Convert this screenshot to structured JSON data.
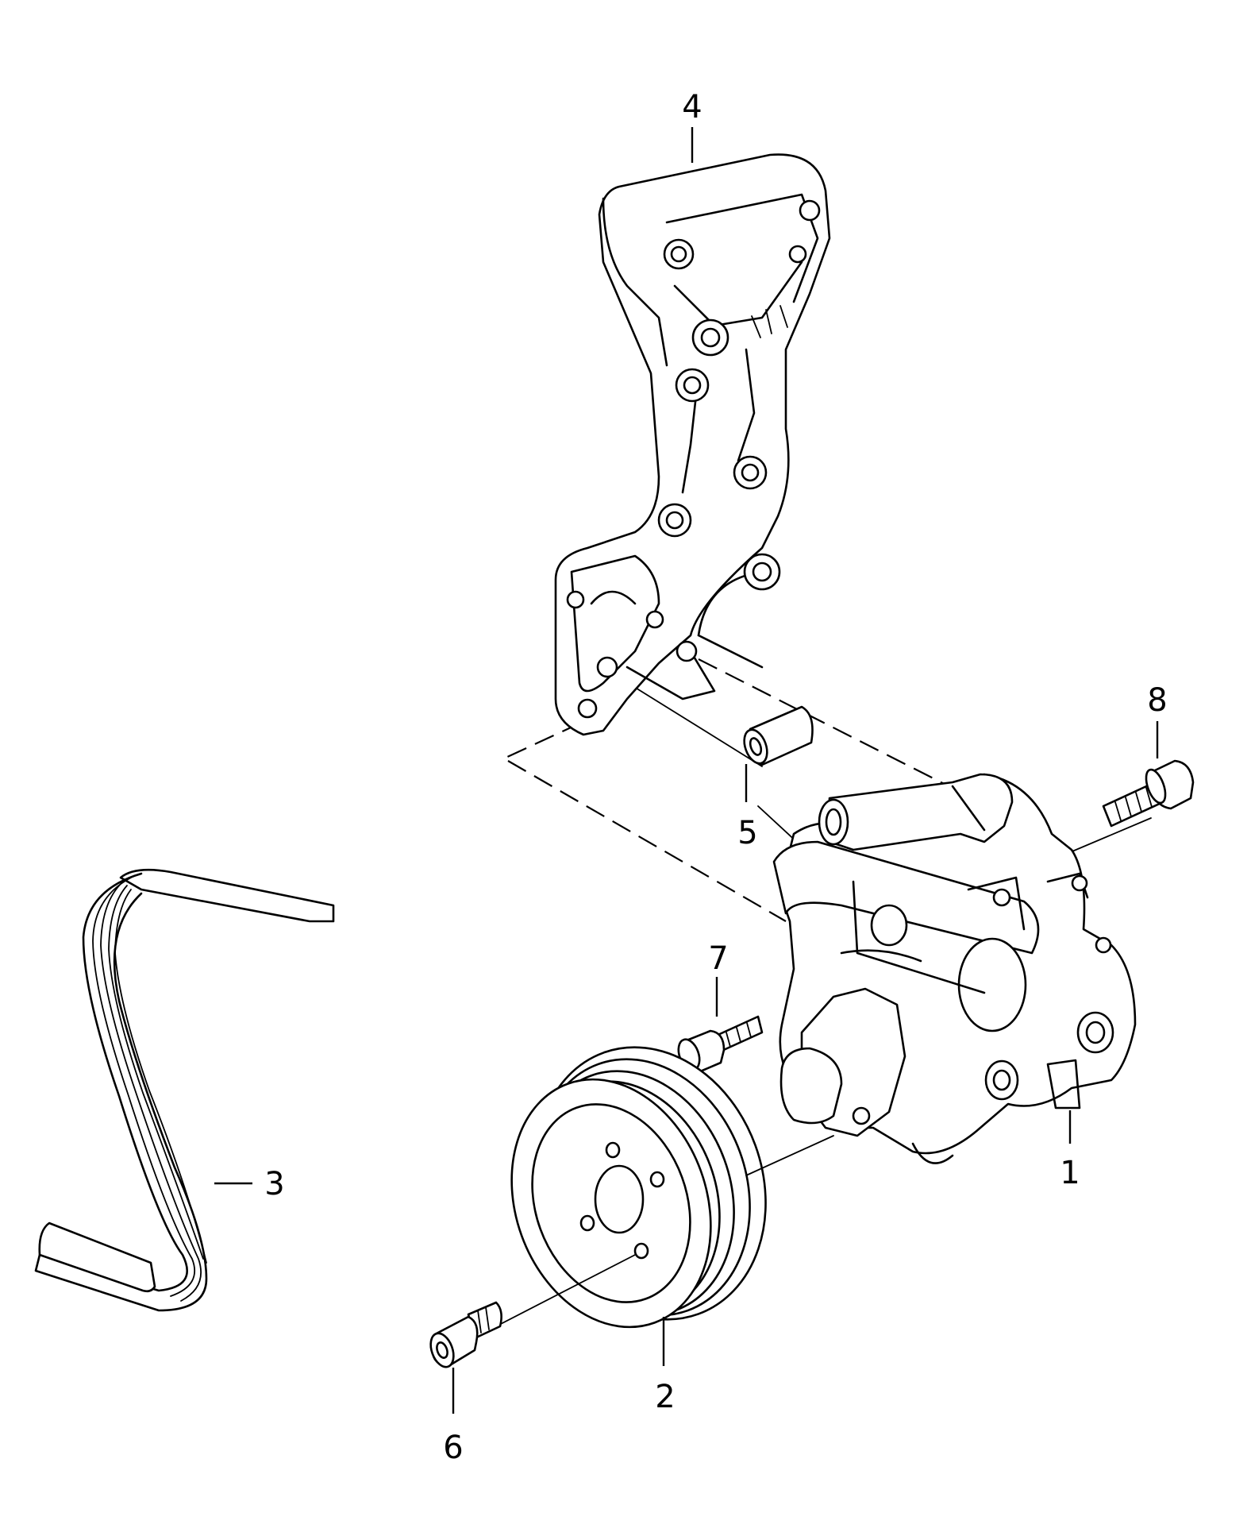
{
  "callouts": {
    "p1": "1",
    "p2": "2",
    "p3": "3",
    "p4": "4",
    "p5": "5",
    "p6": "6",
    "p7": "7",
    "p8": "8"
  }
}
